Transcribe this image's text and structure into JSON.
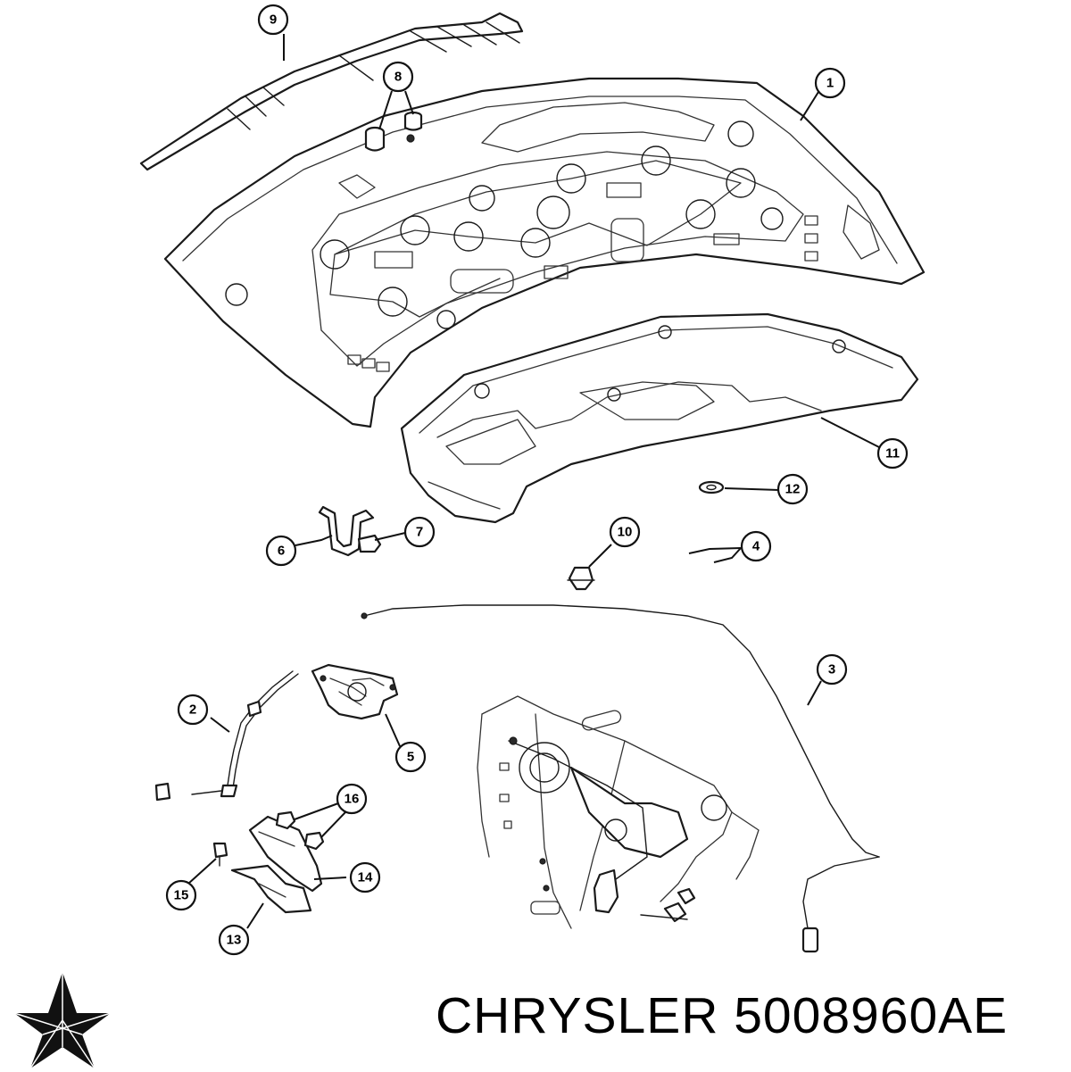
{
  "callouts": [
    {
      "label": "1"
    },
    {
      "label": "2"
    },
    {
      "label": "3"
    },
    {
      "label": "4"
    },
    {
      "label": "5"
    },
    {
      "label": "6"
    },
    {
      "label": "7"
    },
    {
      "label": "8"
    },
    {
      "label": "9"
    },
    {
      "label": "10"
    },
    {
      "label": "11"
    },
    {
      "label": "12"
    },
    {
      "label": "13"
    },
    {
      "label": "14"
    },
    {
      "label": "15"
    },
    {
      "label": "16"
    }
  ],
  "brand": {
    "name": "CHRYSLER",
    "part_number": "5008960AE",
    "logo_icon": "pentastar-logo-icon"
  },
  "colors": {
    "line": "#1a1a1a",
    "background": "#ffffff"
  }
}
